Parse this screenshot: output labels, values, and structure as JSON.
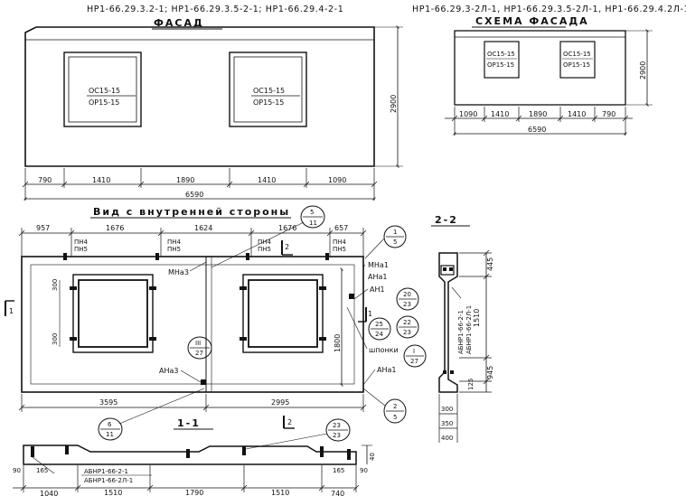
{
  "header_left": "НР1-66.29.3.2-1; НР1-66.29.3.5-2-1; НР1-66.29.4-2-1",
  "facade_title": "ФАСАД",
  "header_right": "НР1-66.29.3-2Л-1, НР1-66.29.3.5-2Л-1, НР1-66.29.4.2Л-1",
  "scheme_title": "СХЕМА ФАСАДА",
  "facade": {
    "window_labels": [
      "ОС15-15",
      "ОР15-15"
    ],
    "height": "2900",
    "dims": [
      "790",
      "1410",
      "1890",
      "1410",
      "1090"
    ],
    "total": "6590"
  },
  "scheme": {
    "window_labels": [
      "ОС15-15",
      "ОР15-15"
    ],
    "height": "2900",
    "dims": [
      "1090",
      "1410",
      "1890",
      "1410",
      "790"
    ],
    "total": "6590"
  },
  "inner_view": {
    "title": "Вид с внутренней стороны",
    "top_dims": [
      "957",
      "1676",
      "1624",
      "1676",
      "657"
    ],
    "bottom_dims": [
      "3595",
      "2995"
    ],
    "height": "1800",
    "left_dims": [
      "300",
      "300"
    ],
    "loop_labels": [
      [
        "ПН4",
        "ПН5"
      ],
      [
        "ПН4",
        "ПН5"
      ],
      [
        "ПН4",
        "ПН5"
      ],
      [
        "ПН4",
        "ПН5"
      ]
    ],
    "labels": [
      "МНа3",
      "АНа3",
      "МНа1",
      "АНа1",
      "АН1",
      "шпонки",
      "АНа1"
    ],
    "section_marks": [
      "1",
      "1",
      "2",
      "2"
    ],
    "callouts": [
      {
        "top": "5",
        "bottom": "11"
      },
      {
        "top": "1",
        "bottom": "5"
      },
      {
        "top": "20",
        "bottom": "23"
      },
      {
        "top": "25",
        "bottom": "24"
      },
      {
        "top": "22",
        "bottom": "23"
      },
      {
        "top": "I",
        "bottom": "27"
      },
      {
        "top": "III",
        "bottom": "27"
      },
      {
        "top": "2",
        "bottom": "5"
      },
      {
        "top": "6",
        "bottom": "11"
      },
      {
        "top": "23",
        "bottom": "23"
      }
    ]
  },
  "section_11": {
    "title": "1-1",
    "dims": [
      "1040",
      "1510",
      "1790",
      "1510",
      "740"
    ],
    "small_dims": [
      "90",
      "165",
      "165",
      "90"
    ],
    "height": "40",
    "marks": [
      "АБНР1-66-2-1",
      "АБНР1-66-2Л-1"
    ]
  },
  "section_22": {
    "title": "2-2",
    "marks": [
      "АБНР1-66-2-1",
      "АБНР1-66-2Л-1"
    ],
    "dims": [
      "445",
      "1510",
      "945",
      "125"
    ],
    "bottom_dims": [
      "300",
      "350",
      "400"
    ]
  }
}
